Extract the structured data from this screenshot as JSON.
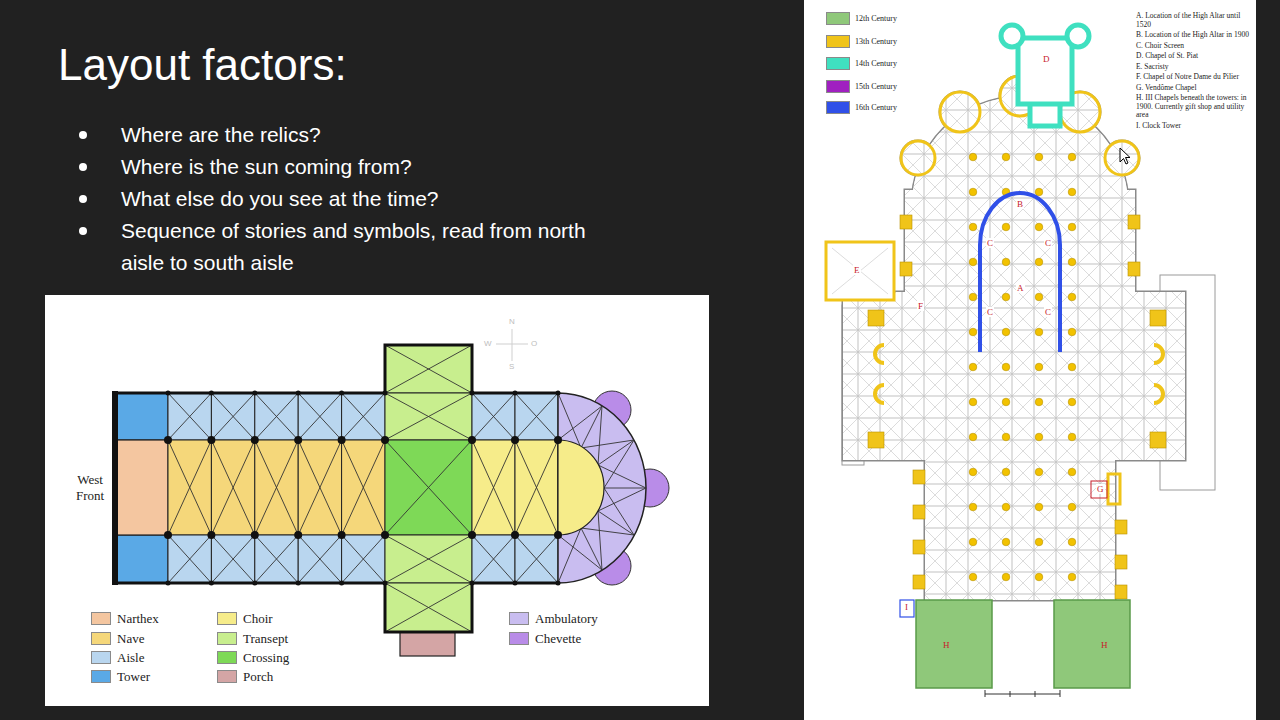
{
  "diagram": {
    "title": "Layout factors:",
    "labels": [
      "Where are the relics?",
      "Where is the sun coming from?",
      "What else do you see at the time?",
      "Sequence of stories and symbols, read from north aisle to south aisle",
      "West Front",
      "N",
      "W",
      "O",
      "S",
      "A. Location of the High Altar until 1520",
      "B. Location of the High Altar in 1900",
      "C. Choir Screen",
      "D. Chapel of St. Piat",
      "E. Sacristy",
      "F. Chapel of Notre Dame du Pilier",
      "G. Vendôme Chapel",
      "H. III Chapels beneath the towers: in 1900. Currently gift shop and utility area",
      "I. Clock Tower",
      "D",
      "B",
      "A",
      "E",
      "F",
      "C",
      "C",
      "C",
      "C",
      "G",
      "H",
      "H",
      "I"
    ],
    "legend": [
      {
        "text": "Narthex",
        "color": "#f4c6a0"
      },
      {
        "text": "Nave",
        "color": "#f5d77a"
      },
      {
        "text": "Aisle",
        "color": "#b9d6ef"
      },
      {
        "text": "Tower",
        "color": "#5aa9e6"
      },
      {
        "text": "Choir",
        "color": "#f6ec8a"
      },
      {
        "text": "Transept",
        "color": "#c8ee8e"
      },
      {
        "text": "Crossing",
        "color": "#7ed957"
      },
      {
        "text": "Porch",
        "color": "#d4a5a5"
      },
      {
        "text": "Ambulatory",
        "color": "#c9bdf0"
      },
      {
        "text": "Chevette",
        "color": "#b98ce8"
      },
      {
        "text": "12th Century",
        "color": "#8fc87a"
      },
      {
        "text": "13th Century",
        "color": "#f0c419"
      },
      {
        "text": "14th Century",
        "color": "#3fe0c0"
      },
      {
        "text": "15th Century",
        "color": "#a020c0"
      },
      {
        "text": "16th Century",
        "color": "#3050e8"
      }
    ]
  }
}
